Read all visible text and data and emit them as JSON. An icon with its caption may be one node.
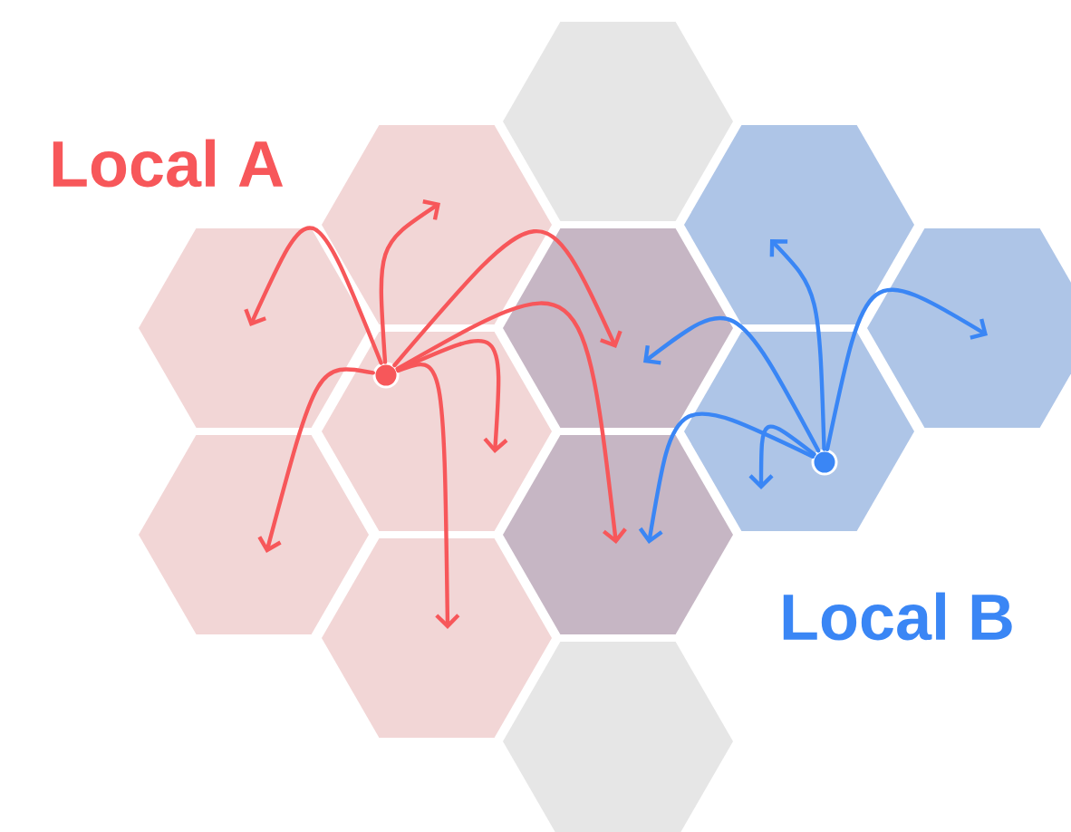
{
  "diagram": {
    "nodes": [
      {
        "text": [],
        "shape": "circle"
      },
      {
        "text": [],
        "shape": "circle"
      }
    ],
    "edges": [
      {
        "from": 0,
        "to": null,
        "arrow": "to"
      },
      {
        "from": 0,
        "to": null,
        "arrow": "to"
      },
      {
        "from": 0,
        "to": null,
        "arrow": "to"
      },
      {
        "from": 0,
        "to": null,
        "arrow": "to"
      },
      {
        "from": 0,
        "to": null,
        "arrow": "to"
      },
      {
        "from": 0,
        "to": null,
        "arrow": "to"
      },
      {
        "from": 0,
        "to": null,
        "arrow": "to"
      },
      {
        "from": 1,
        "to": null,
        "arrow": "to",
        "color": "#3a86f5"
      },
      {
        "from": 1,
        "to": null,
        "arrow": "to",
        "color": "#3a86f5"
      },
      {
        "from": 1,
        "to": null,
        "arrow": "to",
        "color": "#3a86f5"
      },
      {
        "from": 1,
        "to": null,
        "arrow": "to",
        "color": "#3a86f5"
      },
      {
        "from": 1,
        "to": null,
        "arrow": "to",
        "color": "#3a86f5"
      }
    ],
    "labels": [
      "Local A",
      "Local B"
    ]
  }
}
